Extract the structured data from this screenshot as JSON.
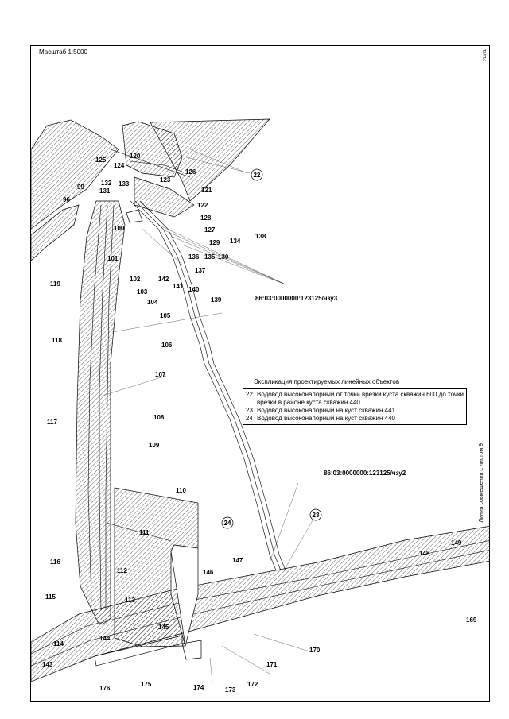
{
  "map": {
    "scale_label": "Масштаб 1:5000",
    "sheet_marker": "УВЛ1",
    "side_caption": "Линия совмещения с листом 9"
  },
  "legend": {
    "title": "Экспликация проектируемых линейных объектов",
    "items": [
      {
        "num": "22",
        "text": "Водовод высоконапорный от точки врезки куста скважин 600 до точки врезки в районе куста скважин 440"
      },
      {
        "num": "23",
        "text": "Водовод высоконапорный на куст скважин 441"
      },
      {
        "num": "24",
        "text": "Водовод высоконапорный на куст скважин 440"
      }
    ]
  },
  "cadastral": {
    "north": "86:03:0000000:123125/чзу3",
    "south": "86:03:0000000:123125/чзу2"
  },
  "object_markers": [
    "22",
    "23",
    "24"
  ],
  "parcel_labels": [
    "96",
    "99",
    "100",
    "101",
    "102",
    "103",
    "104",
    "105",
    "106",
    "107",
    "108",
    "109",
    "110",
    "111",
    "112",
    "113",
    "114",
    "115",
    "116",
    "117",
    "118",
    "119",
    "120",
    "121",
    "122",
    "123",
    "124",
    "125",
    "126",
    "127",
    "128",
    "129",
    "130",
    "131",
    "132",
    "133",
    "134",
    "135",
    "136",
    "137",
    "138",
    "139",
    "140",
    "141",
    "142",
    "143",
    "144",
    "145",
    "146",
    "147",
    "148",
    "149",
    "169",
    "170",
    "171",
    "172",
    "173",
    "174",
    "175",
    "176"
  ]
}
